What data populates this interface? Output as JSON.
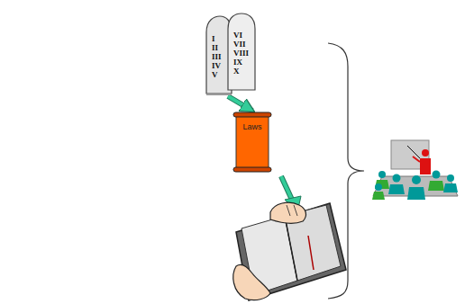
{
  "diagram": {
    "nodes": [
      {
        "text": [
          "I",
          "II",
          "III",
          "IV",
          "V",
          "VI",
          "VII",
          "VIII",
          "IX",
          "X"
        ]
      },
      {
        "text": [
          "Laws"
        ]
      }
    ],
    "edges": [
      {
        "from": 0,
        "to": 1,
        "arrow": "to"
      }
    ]
  }
}
